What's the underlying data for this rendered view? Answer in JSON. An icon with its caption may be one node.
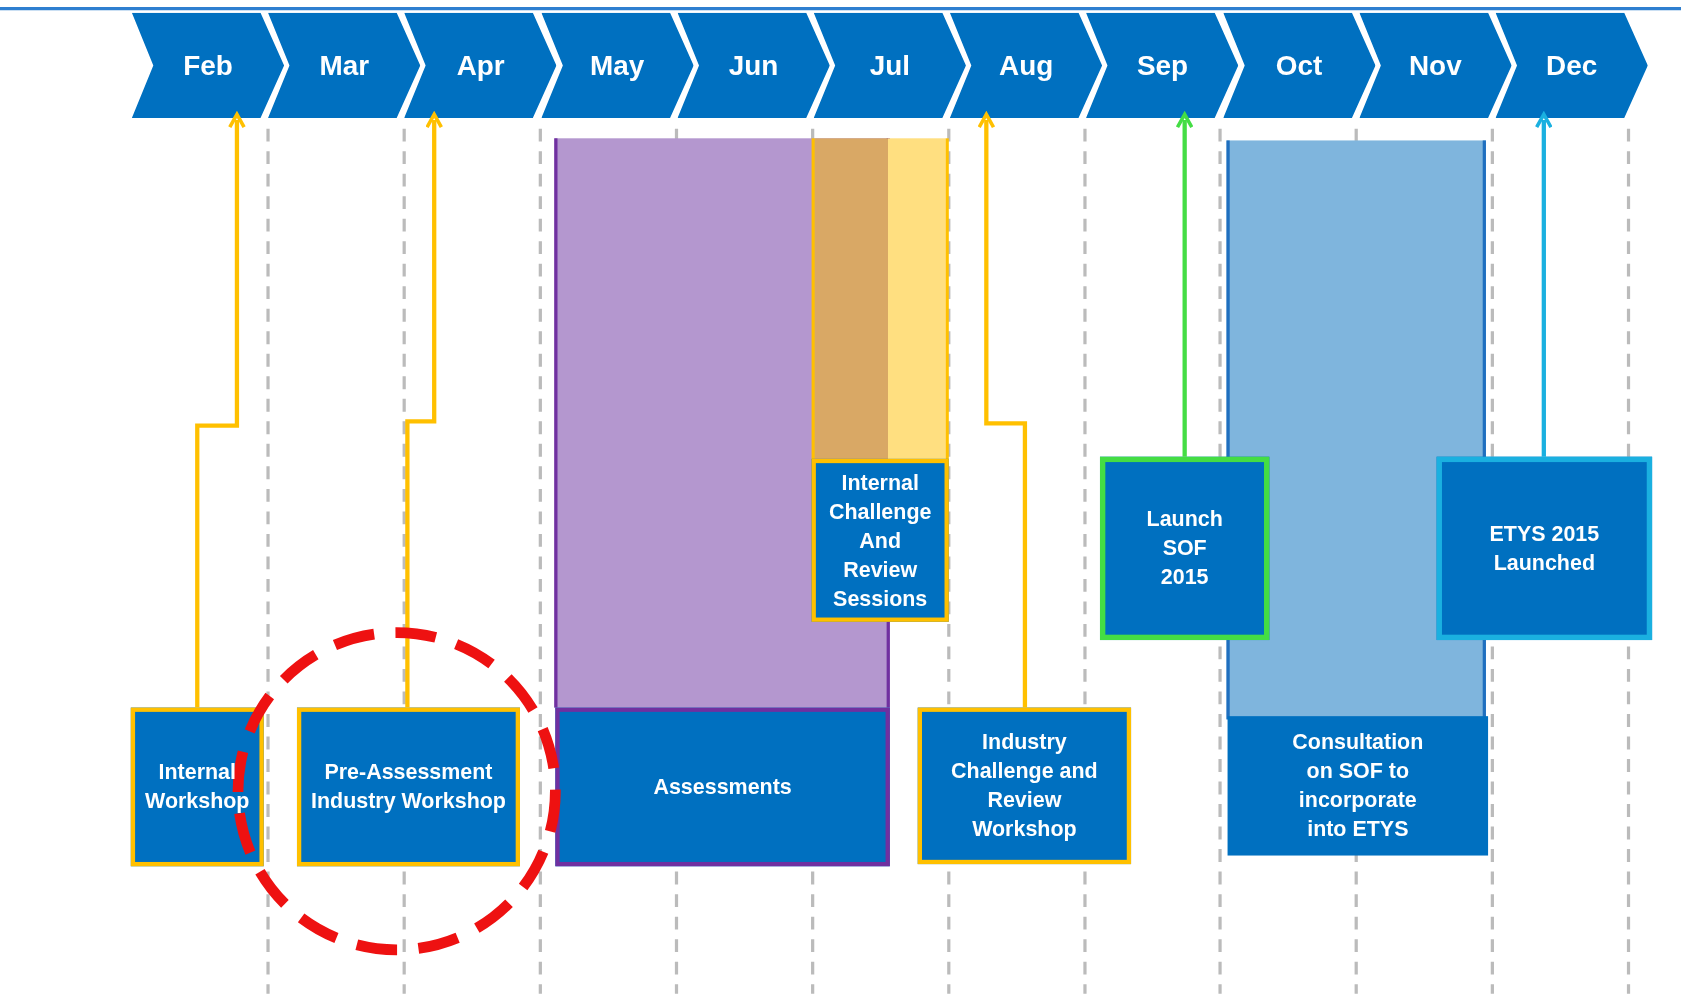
{
  "diagram": {
    "nodes": [
      {
        "text": [
          "Feb"
        ]
      },
      {
        "text": [
          "Mar"
        ]
      },
      {
        "text": [
          "Apr"
        ]
      },
      {
        "text": [
          "May"
        ]
      },
      {
        "text": [
          "Jun"
        ]
      },
      {
        "text": [
          "Jul"
        ]
      },
      {
        "text": [
          "Aug"
        ]
      },
      {
        "text": [
          "Sep"
        ]
      },
      {
        "text": [
          "Oct"
        ]
      },
      {
        "text": [
          "Nov"
        ]
      },
      {
        "text": [
          "Dec"
        ]
      },
      {
        "text": [
          "Internal Workshop"
        ]
      },
      {
        "text": [
          "Pre-Assessment Industry Workshop"
        ]
      },
      {
        "text": [
          "Assessments"
        ]
      },
      {
        "text": [
          "Internal Challenge And Review Sessions"
        ]
      },
      {
        "text": [
          "Industry Challenge and Review Workshop"
        ]
      },
      {
        "text": [
          "Launch SOF 2015"
        ]
      },
      {
        "text": [
          "Consultation on SOF to incorporate into ETYS"
        ]
      },
      {
        "text": [
          "ETYS 2015 Launched"
        ]
      },
      {
        "text": [],
        "shape": "bar"
      },
      {
        "text": [],
        "shape": "bar"
      },
      {
        "text": [],
        "shape": "bar"
      }
    ],
    "edges": [
      {
        "from": 11,
        "to": 0,
        "arrow": "to"
      },
      {
        "from": 12,
        "to": 2,
        "arrow": "to"
      },
      {
        "from": 15,
        "to": 6,
        "arrow": "to"
      },
      {
        "from": 16,
        "to": 7,
        "arrow": "to",
        "color": "#44dd44"
      },
      {
        "from": 18,
        "to": 10,
        "arrow": "to",
        "color": "#1ab0e0"
      }
    ]
  }
}
